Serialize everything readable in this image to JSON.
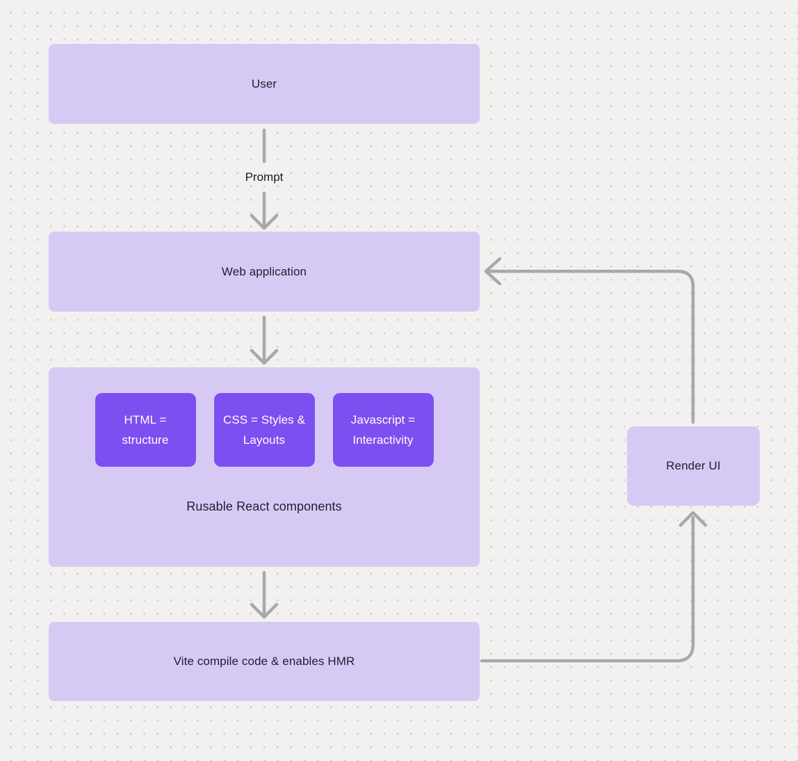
{
  "colors": {
    "canvas_bg": "#f2f1ef",
    "grid_dot": "#c8c6c4",
    "node_fill": "#d6caf5",
    "node_text": "#211d2c",
    "chip_fill": "#7d4ef0",
    "chip_text": "#ffffff",
    "connector": "#a8a8a8"
  },
  "nodes": {
    "user": {
      "label": "User"
    },
    "web_application": {
      "label": "Web application"
    },
    "components": {
      "chips": [
        {
          "label": "HTML = structure"
        },
        {
          "label": "CSS = Styles & Layouts"
        },
        {
          "label": "Javascript = Interactivity"
        }
      ],
      "caption": "Rusable React components"
    },
    "vite": {
      "label": "Vite compile code & enables HMR"
    },
    "render_ui": {
      "label": "Render UI"
    }
  },
  "edges": {
    "user_to_web_label": "Prompt"
  }
}
